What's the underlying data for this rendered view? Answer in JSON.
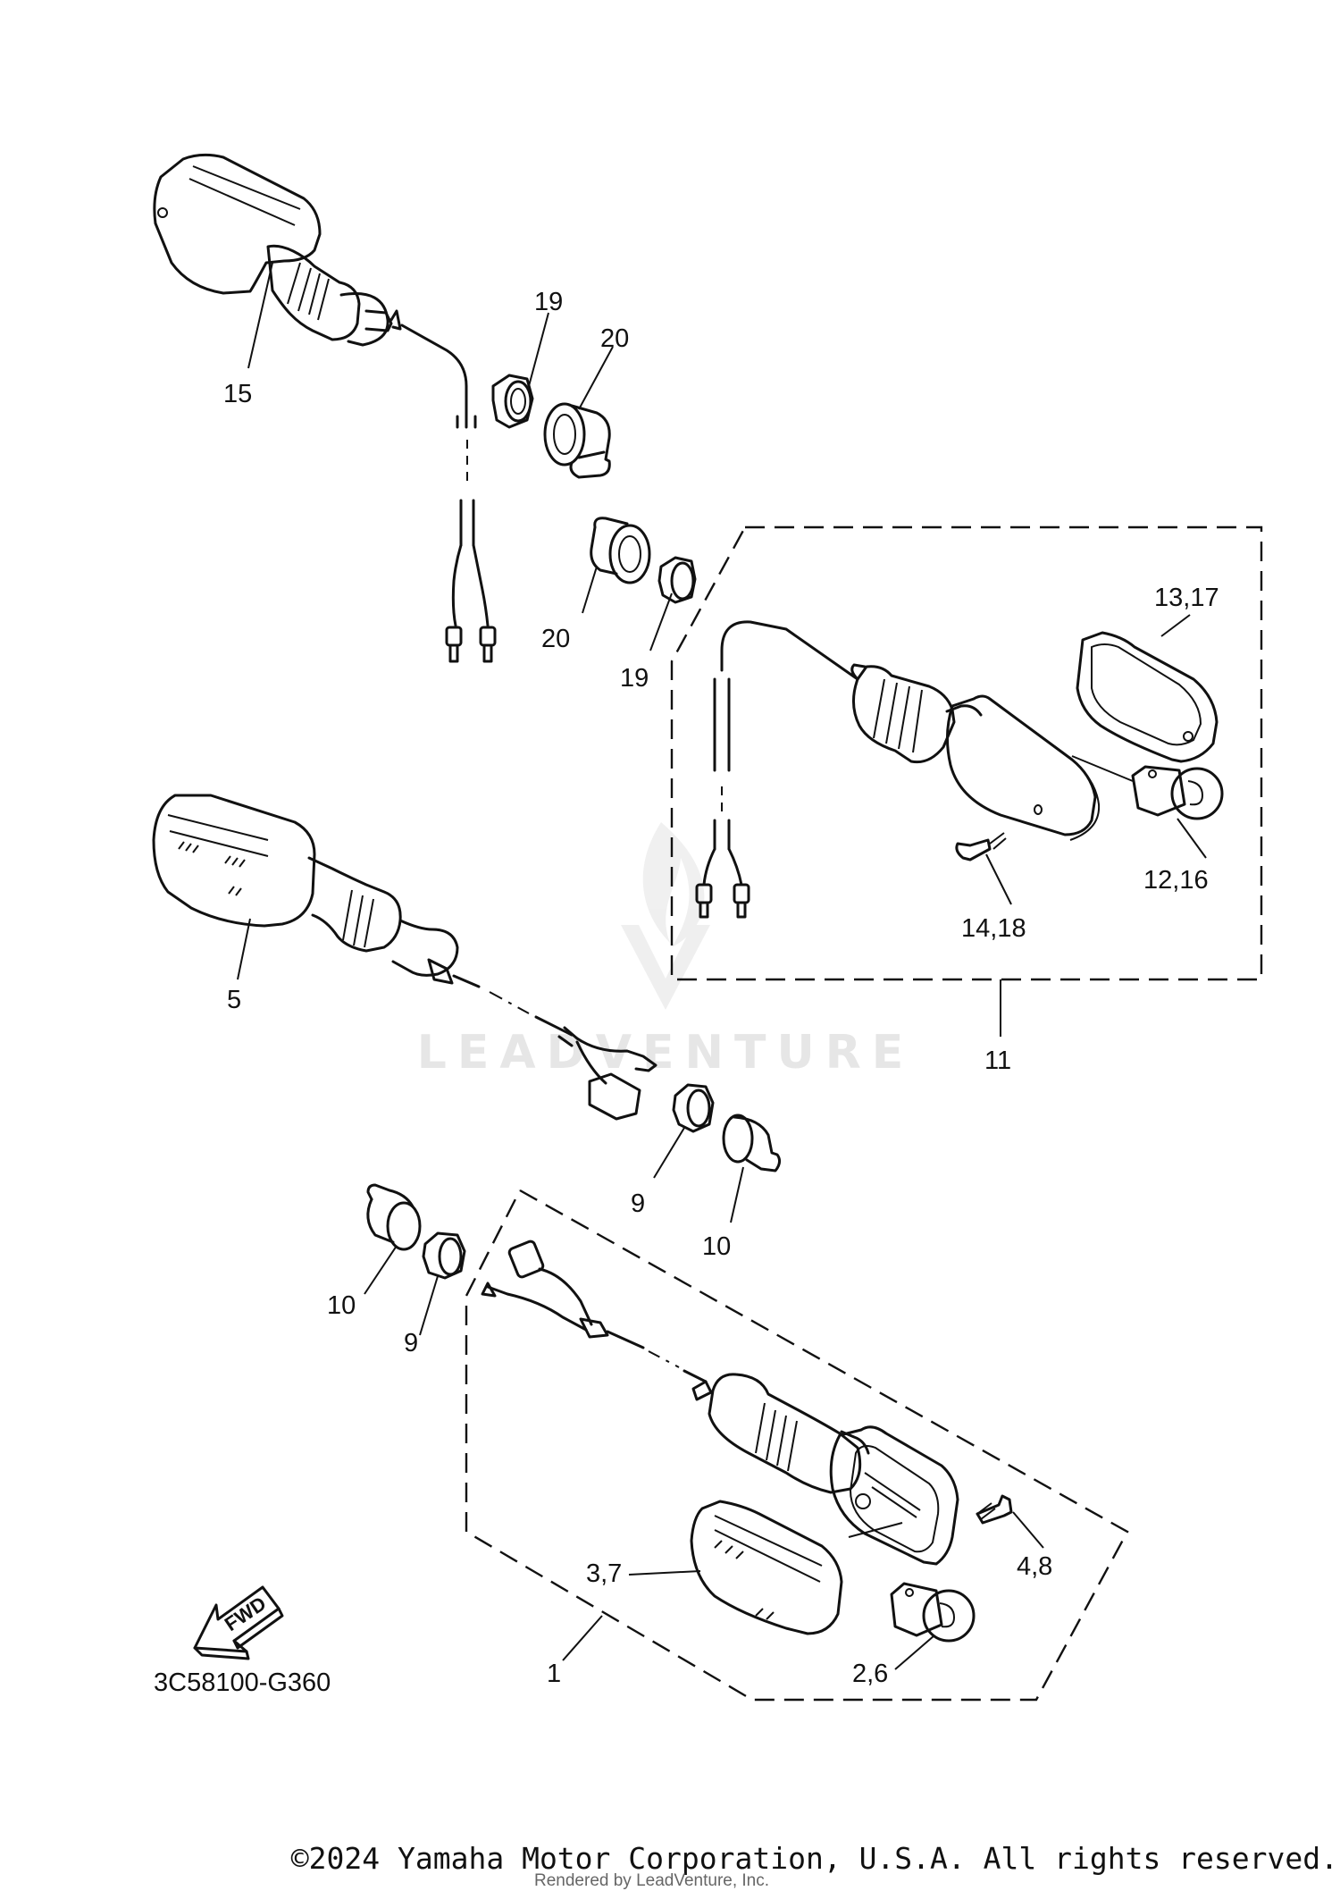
{
  "diagram_code": "3C58100-G360",
  "fwd_label": "FWD",
  "watermark": "LEADVENTURE",
  "copyright": "©2024 Yamaha Motor Corporation, U.S.A. All rights reserved.",
  "rendered_by": "Rendered by LeadVenture, Inc.",
  "callouts": {
    "c1": "1",
    "c2_6": "2,6",
    "c3_7": "3,7",
    "c4_8": "4,8",
    "c5": "5",
    "c9a": "9",
    "c9b": "9",
    "c10a": "10",
    "c10b": "10",
    "c11": "11",
    "c12_16": "12,16",
    "c13_17": "13,17",
    "c14_18": "14,18",
    "c15": "15",
    "c19a": "19",
    "c19b": "19",
    "c20a": "20",
    "c20b": "20"
  }
}
